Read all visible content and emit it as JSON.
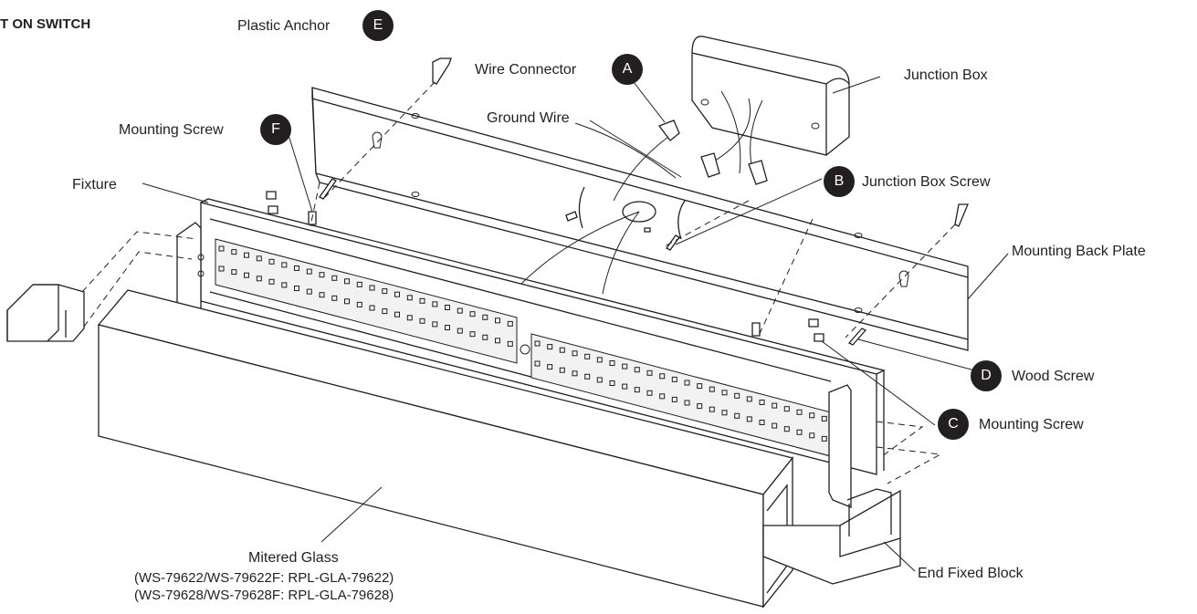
{
  "header": {
    "text": "T ON SWITCH"
  },
  "callouts": [
    {
      "id": "E",
      "label": "Plastic Anchor"
    },
    {
      "id": "A",
      "label": "Wire Connector"
    },
    {
      "id": "F",
      "label": "Mounting Screw"
    },
    {
      "id": "B",
      "label": "Junction Box Screw"
    },
    {
      "id": "D",
      "label": "Wood Screw"
    },
    {
      "id": "C",
      "label": "Mounting Screw"
    }
  ],
  "labels": {
    "junction_box": "Junction Box",
    "ground_wire": "Ground Wire",
    "fixture": "Fixture",
    "mounting_back_plate": "Mounting Back Plate",
    "end_fixed_block": "End Fixed Block",
    "mitered_glass": "Mitered Glass",
    "model_line_1": "(WS-79622/WS-79622F: RPL-GLA-79622)",
    "model_line_2": "(WS-79628/WS-79628F: RPL-GLA-79628)"
  },
  "colors": {
    "ink": "#231f20",
    "background": "#ffffff",
    "badge_text": "#ffffff"
  }
}
